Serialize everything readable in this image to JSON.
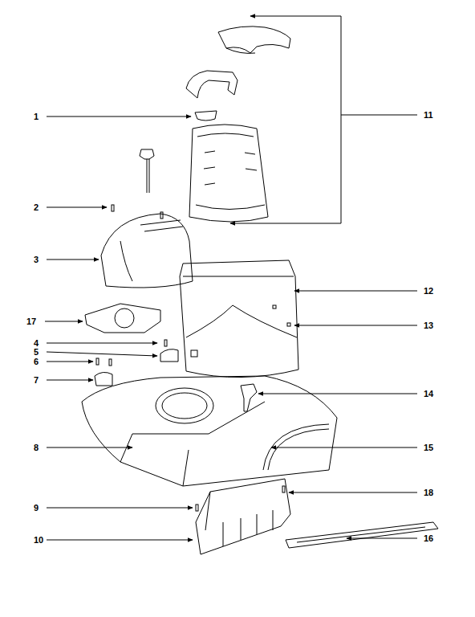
{
  "diagram": {
    "labels": [
      "1",
      "11",
      "2",
      "3",
      "12",
      "17",
      "13",
      "4",
      "5",
      "6",
      "14",
      "7",
      "8",
      "15",
      "9",
      "18",
      "10",
      "16"
    ]
  }
}
